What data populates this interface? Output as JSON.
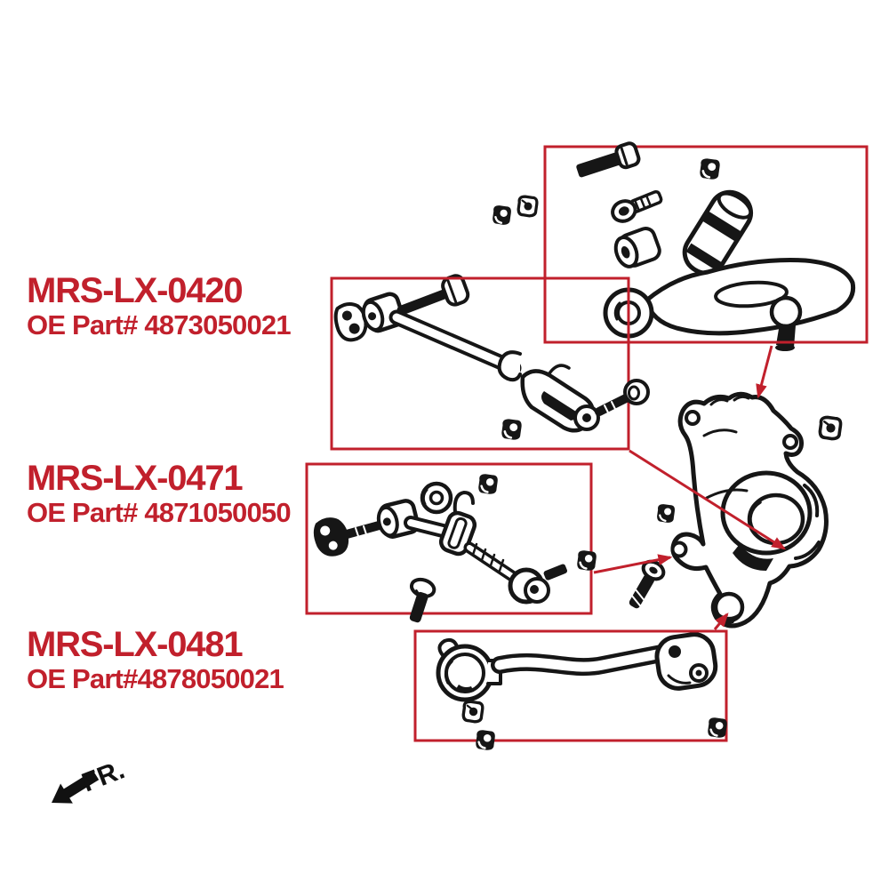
{
  "colors": {
    "accent_red": "#c1202c",
    "ink_black": "#161616",
    "background": "#ffffff"
  },
  "callout_labels": [
    {
      "part_number": "MRS-LX-0420",
      "oe_part": "OE Part# 4873050021"
    },
    {
      "part_number": "MRS-LX-0471",
      "oe_part": "OE Part# 4871050050"
    },
    {
      "part_number": "MRS-LX-0481",
      "oe_part": "OE Part#4878050021"
    }
  ],
  "direction_indicator": {
    "label": "FR."
  },
  "diagram_parts": [
    "rear-upper-control-arm-assembly",
    "rear-lateral-camber-arm-assembly",
    "rear-toe-control-arm-assembly",
    "rear-trailing-arm",
    "rear-knuckle-hub",
    "bolts-nuts-bushings-hardware"
  ]
}
